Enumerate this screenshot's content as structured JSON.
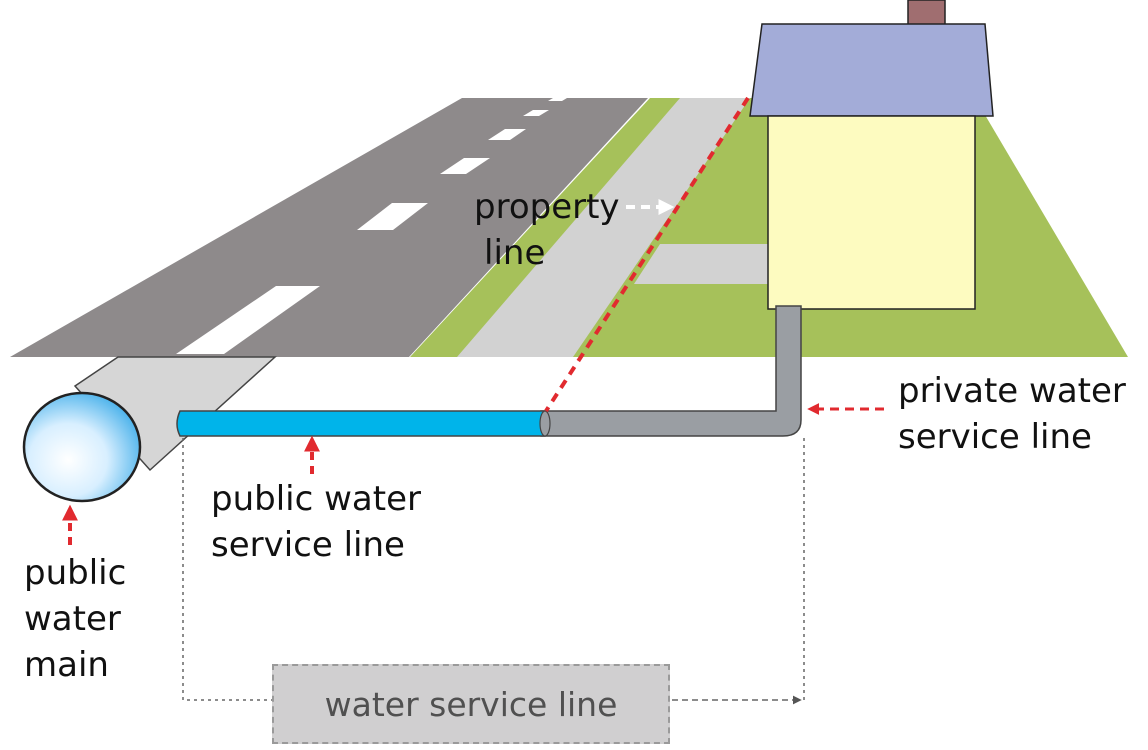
{
  "labels": {
    "property_line": [
      "property",
      "line"
    ],
    "private_service_line": [
      "private water",
      "service line"
    ],
    "public_service_line": [
      "public water",
      "service line"
    ],
    "public_main": [
      "public",
      "water",
      "main"
    ],
    "water_service_line": "water service line"
  },
  "colors": {
    "road": "#8e8a8b",
    "lane_marking": "#ffffff",
    "grass": "#a6c15a",
    "sidewalk": "#d2d2d2",
    "house_wall": "#fdfbc0",
    "roof": "#a3acd8",
    "chimney": "#a06e70",
    "public_pipe": "#00b4ea",
    "private_pipe": "#9a9ea3",
    "main_tunnel": "#d6d6d6",
    "arrow_red": "#e12a2f",
    "property_line": "#e12a2f",
    "bracket_line": "#666666",
    "legend_fill": "#d0cfd0"
  },
  "icons": {
    "road": "road-icon",
    "house": "house-icon",
    "water_main": "water-main-icon"
  }
}
